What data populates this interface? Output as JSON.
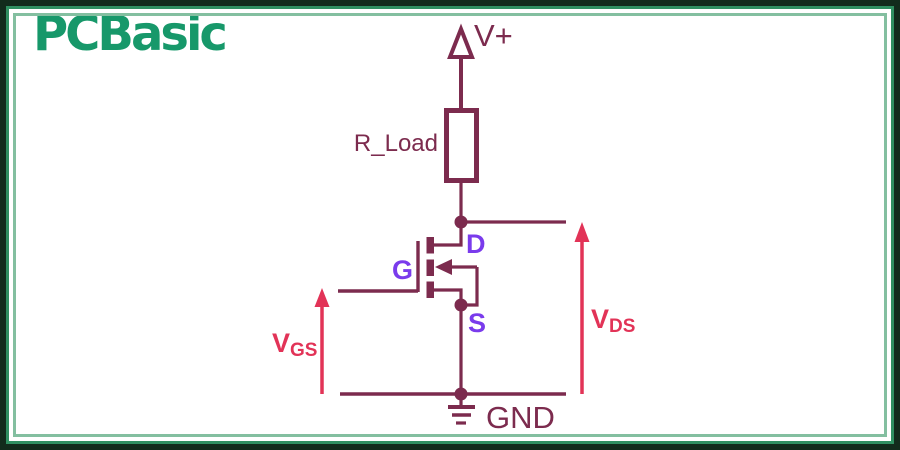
{
  "brand": {
    "logo_text": "PCBasic",
    "logo_color": "#17986a"
  },
  "schematic": {
    "type": "circuit-schematic",
    "supply_label": "V+",
    "resistor_label": "R_Load",
    "mosfet": {
      "drain_label": "D",
      "gate_label": "G",
      "source_label": "S"
    },
    "probes": {
      "vgs": {
        "main": "V",
        "sub": "GS"
      },
      "vds": {
        "main": "V",
        "sub": "DS"
      }
    },
    "ground_label": "GND"
  },
  "colors": {
    "wire": "#7c2b4e",
    "probe_arrow": "#e23357",
    "terminal_label": "#7a3bec",
    "logo_green": "#17986a",
    "frame_dark": "#122b1c",
    "frame_green": "#2f8f61",
    "frame_light_green": "#83bfa0",
    "background": "#ffffff"
  }
}
